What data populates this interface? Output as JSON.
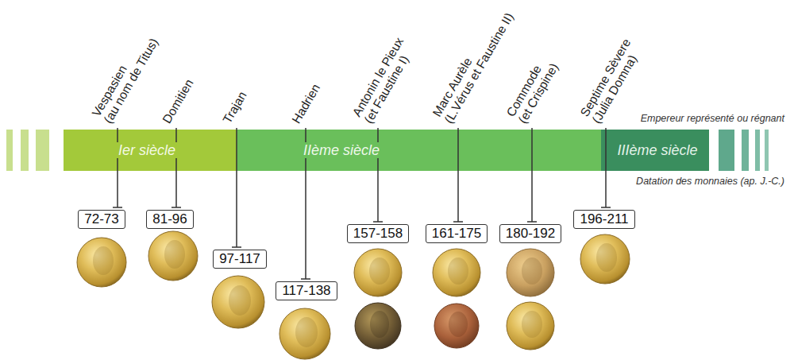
{
  "diagram": {
    "nodes": [
      {
        "text": [
          "Ier siècle"
        ]
      },
      {
        "text": [
          "IIème siècle"
        ]
      },
      {
        "text": [
          "IIIème siècle"
        ]
      },
      {
        "text": [
          "72-73"
        ]
      },
      {
        "text": [
          "81-96"
        ]
      },
      {
        "text": [
          "97-117"
        ]
      },
      {
        "text": [
          "117-138"
        ]
      },
      {
        "text": [
          "157-158"
        ]
      },
      {
        "text": [
          "161-175"
        ]
      },
      {
        "text": [
          "180-192"
        ]
      },
      {
        "text": [
          "196-211"
        ]
      }
    ],
    "labels": [
      "Vespasien",
      "(au nom de Titus)",
      "Domitien",
      "Trajan",
      "Hadrien",
      "Antonin le Pieux",
      "(et Faustine I)",
      "Marc Aurèle",
      "(L.Vérus et Faustine II)",
      "Commode",
      "(et Crispine)",
      "Septime Sèvere",
      "(Julia Domna)",
      "Empereur représenté ou régnant",
      "Datation des monnaies (ap. J.-C.)"
    ]
  }
}
